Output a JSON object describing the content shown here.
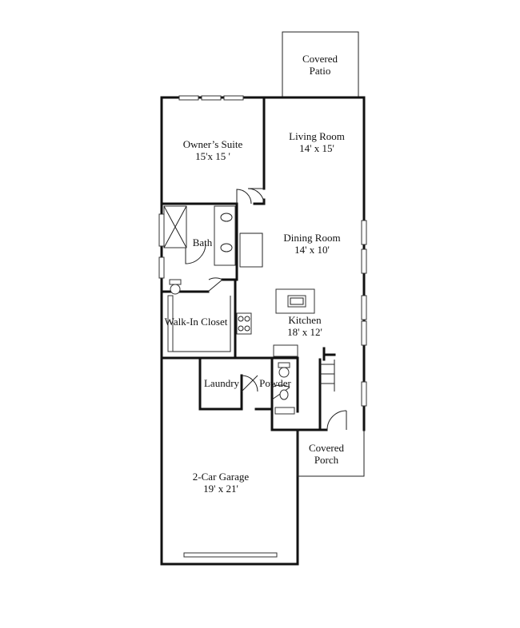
{
  "rooms": {
    "covered_patio": {
      "name_line1": "Covered",
      "name_line2": "Patio"
    },
    "living_room": {
      "name": "Living Room",
      "size": "14' x 15'"
    },
    "owners_suite": {
      "name": "Owner’s Suite",
      "size": "15'x 15 '"
    },
    "bath": {
      "name": "Bath"
    },
    "dining_room": {
      "name": "Dining Room",
      "size": "14' x 10'"
    },
    "walk_in_closet": {
      "name": "Walk-In Closet"
    },
    "kitchen": {
      "name": "Kitchen",
      "size": "18' x 12'"
    },
    "laundry": {
      "name": "Laundry"
    },
    "powder": {
      "name": "Powder"
    },
    "covered_porch": {
      "name_line1": "Covered",
      "name_line2": "Porch"
    },
    "garage": {
      "name": "2-Car Garage",
      "size": "19' x 21'"
    }
  }
}
